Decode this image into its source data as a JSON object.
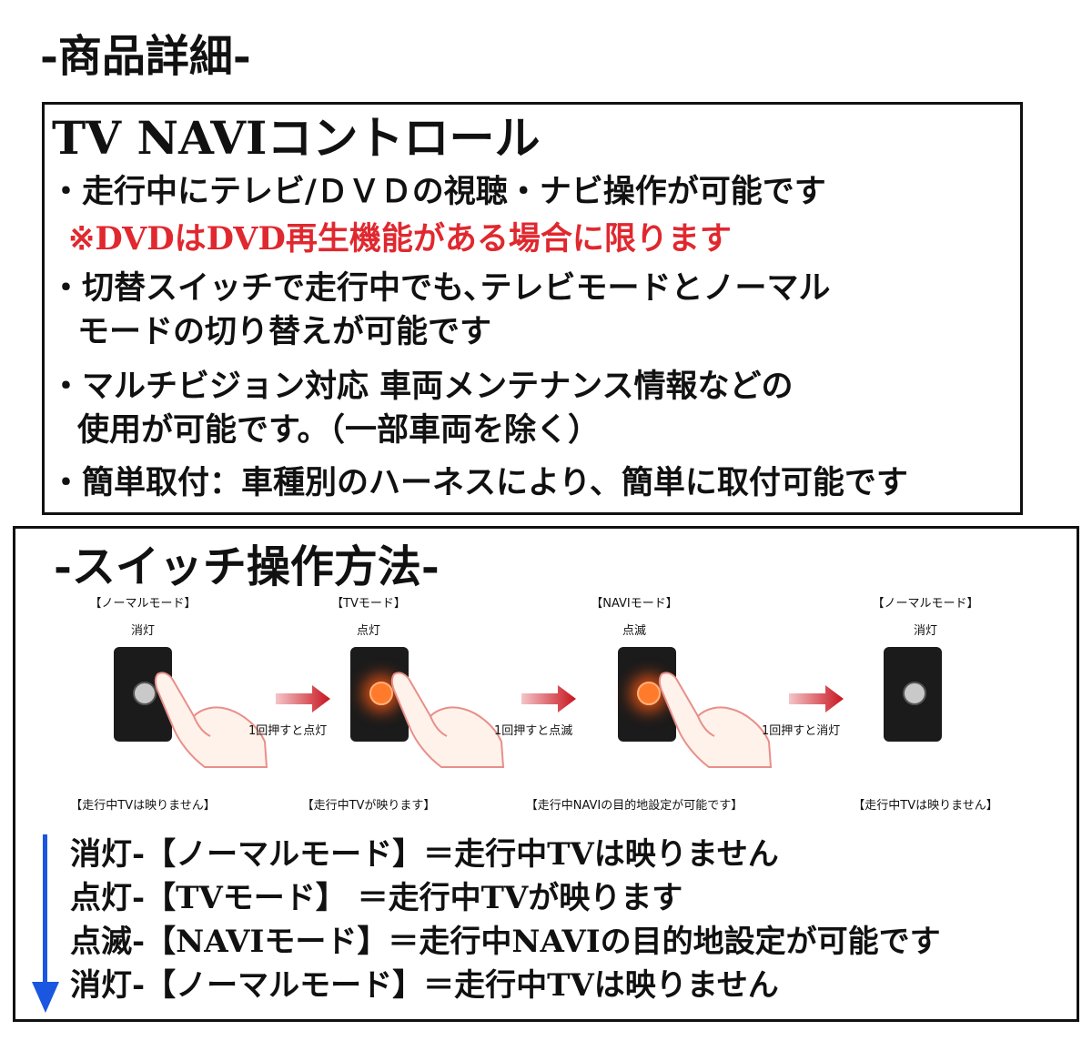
{
  "heading": "-商品詳細-",
  "product": {
    "title": "TV NAVIコントロール",
    "lines": [
      "・走行中にテレビ/ＤＶＤの視聴・ナビ操作が可能です",
      "※DVDはDVD再生機能がある場合に限ります",
      "・切替スイッチで走行中でも､テレビモードとノーマル",
      "モードの切り替えが可能です",
      "・マルチビジョン対応 車両メンテナンス情報などの",
      "使用が可能です。（一部車両を除く）",
      "・簡単取付：車種別のハーネスにより、簡単に取付可能です"
    ],
    "note_color": "#e0282f"
  },
  "switch": {
    "title": "-スイッチ操作方法-",
    "stages": [
      {
        "mode": "【ノーマルモード】",
        "state": "消灯",
        "caption": "【走行中TVは映りません】",
        "led": "off"
      },
      {
        "mode": "【TVモード】",
        "state": "点灯",
        "caption": "【走行中TVが映ります】",
        "led": "on"
      },
      {
        "mode": "【NAVIモード】",
        "state": "点滅",
        "caption": "【走行中NAVIの目的地設定が可能です】",
        "led": "on"
      },
      {
        "mode": "【ノーマルモード】",
        "state": "消灯",
        "caption": "【走行中TVは映りません】",
        "led": "off"
      }
    ],
    "steps": [
      "1回押すと点灯",
      "1回押すと点滅",
      "1回押すと消灯"
    ],
    "arrow_color": "#c8141e",
    "legend": [
      "消灯-【ノーマルモード】＝走行中TVは映りません",
      "点灯-【TVモード】 ＝走行中TVが映ります",
      "点滅-【NAVIモード】＝走行中NAVIの目的地設定が可能です",
      "消灯-【ノーマルモード】＝走行中TVは映りません"
    ],
    "legend_arrow_color": "#1a56e0"
  }
}
